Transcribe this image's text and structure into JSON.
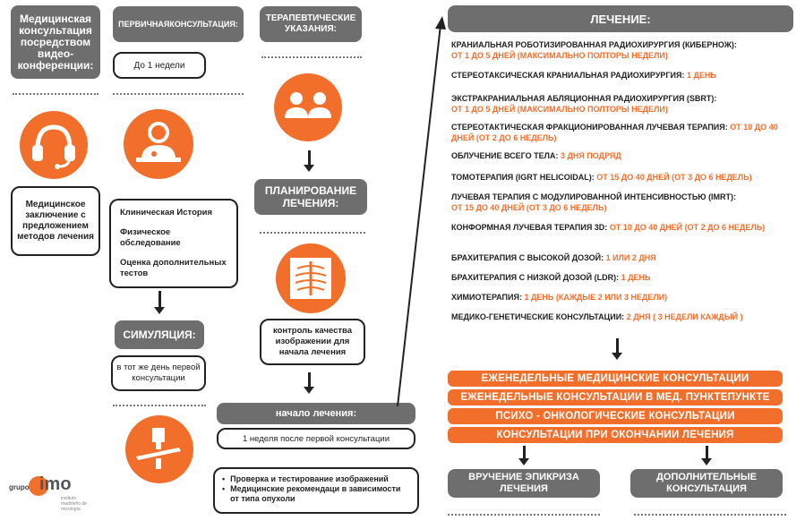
{
  "col1": {
    "title": "Медицинская консультация посредством видео-конференции:",
    "box": "Медицинское заключение с предложением методов лечения"
  },
  "col2": {
    "title": "ПЕРВИЧНАЯКОНСУЛЬТАЦИЯ:",
    "time": "До 1 недели",
    "list": [
      "Клиническая История",
      "Физическое обследование",
      "Оценка дополнительных тестов"
    ],
    "simulation": "СИМУЛЯЦИЯ:",
    "simulation_time": "в тот же день первой консультации"
  },
  "col3": {
    "title": "ТЕРАПЕВТИЧЕСКИЕ УКАЗАНИЯ:",
    "planning": "ПЛАНИРОВАНИЕ ЛЕЧЕНИЯ:",
    "quality": "контроль качества изображении для начала лечения",
    "start_title": "начало лечения:",
    "start_time": "1 неделя после первой консультации",
    "bullets": [
      "Проверка и тестирование изображений",
      "Медицинские рекомендаци в зависимости от типа опухоли"
    ]
  },
  "treatment": {
    "title": "ЛЕЧЕНИЕ:",
    "items": [
      {
        "name": "КРАНИАЛЬНАЯ РОБОТИЗИРОВАННАЯ РАДИОХИРУРГИЯ (КИБЕРНОЖ):",
        "detail": "ОТ 1 ДО  5 ДНЕЙ  (МАКСИМАЛЬНО  ПОЛТОРЫ НЕДЕЛИ)"
      },
      {
        "name": "СТЕРЕОТАКСИЧЕСКАЯ КРАНИАЛЬНАЯ РАДИОХИРУРГИЯ:",
        "detail": "1 ДЕНЬ"
      },
      {
        "name": "ЭКСТРАКРАНИАЛЬНАЯ АБЛЯЦИОННАЯ РАДИОХИРУРГИЯ (SBRT):",
        "detail": "ОТ 1 ДО 5 ДНЕЙ  (МАКСИМАЛЬНО  ПОЛТОРЫ НЕДЕЛИ)"
      },
      {
        "name": "СТЕРЕОТАКТИЧЕСКАЯ ФРАКЦИОНИРОВАННАЯ ЛУЧЕВАЯ ТЕРАПИЯ:",
        "detail": "ОТ 10 ДО 40 ДНЕЙ (ОТ 2 ДО 6 НЕДЕЛЬ)"
      },
      {
        "name": "ОБЛУЧЕНИЕ ВСЕГО ТЕЛА:",
        "detail": "3 ДНЯ ПОДРЯД"
      },
      {
        "name": "ТОМОТЕРАПИЯ (IGRT HELICOIDAL):",
        "detail": "ОТ 15 ДО  40  ДНЕЙ (ОТ 3 ДО 6 НЕДЕЛЬ)"
      },
      {
        "name": "ЛУЧЕВАЯ ТЕРАПИЯ С МОДУЛИРОВАННОЙ ИНТЕНСИВНОСТЬЮ (IMRT):",
        "detail": "ОТ 15 ДО  40  ДНЕЙ (ОТ 3 ДО 6 НЕДЕЛЬ)"
      },
      {
        "name": "КОНФОРМНАЯ  ЛУЧЕВАЯ ТЕРАПИЯ 3D:",
        "detail": "ОТ 10 ДО  40 ДНЕЙ (ОТ 2 ДО  6 НЕДЕЛЬ)"
      },
      {
        "name": "БРАХИТЕРАПИЯ С ВЫСОКОЙ ДОЗОЙ:",
        "detail": "1 ИЛИ 2 ДНЯ"
      },
      {
        "name": "БРАХИТЕРАПИЯ С НИЗКОЙ ДОЗОЙ (LDR):",
        "detail": "1 ДЕНЬ"
      },
      {
        "name": "ХИМИОТЕРАПИЯ:",
        "detail": "1 ДЕНЬ  (КАЖДЫЕ 2 ИЛИ 3 НЕДЕЛИ)"
      },
      {
        "name": "МЕДИКО-ГЕНЕТИЧЕСКИЕ КОНСУЛЬТАЦИИ:",
        "detail": "2 ДНЯ ( 3 НЕДЕЛИ КАЖДЫЙ )"
      }
    ],
    "bars": [
      "ЕЖЕНЕДЕЛЬНЫЕ МЕДИЦИНСКИЕ КОНСУЛЬТАЦИИ",
      "ЕЖЕНЕДЕЛЬНЫЕ КОНСУЛЬТАЦИИ В МЕД. ПУНКТЕПУНКТЕ",
      "ПСИХО - ОНКОЛОГИЧЕСКИЕ КОНСУЛЬТАЦИИ",
      "КОНСУЛЬТАЦИИ  ПРИ ОКОНЧАНИИ ЛЕЧЕНИЯ"
    ],
    "final_left": "ВРУЧЕНИЕ ЭПИКРИЗА ЛЕЧЕНИЯ",
    "final_right": "ДОПОЛНИТЕЛЬНЫЕ КОНСУЛЬТАЦИЯ"
  },
  "logo": {
    "grupo": "grupo",
    "imo": "imo",
    "sub": "instituto madrileño de oncología"
  },
  "colors": {
    "accent": "#f26f2b",
    "gray": "#6e6e6e"
  }
}
